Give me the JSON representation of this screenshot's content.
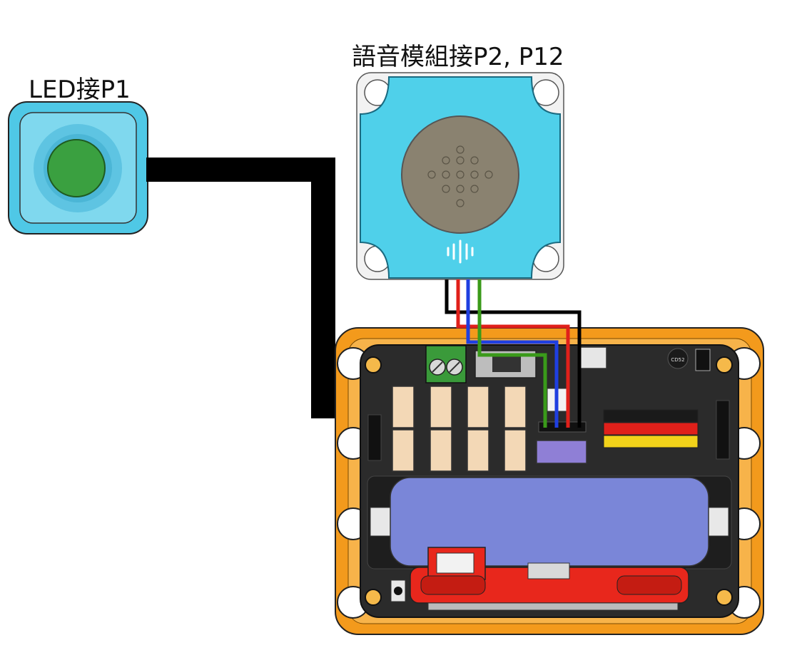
{
  "labels": {
    "led": "LED接P1",
    "voice": "語音模組接P2, P12"
  },
  "board": {
    "chip_text": "CD52"
  },
  "colors": {
    "orange_frame": "#f39a1c",
    "pcb": "#2b2b2b",
    "module_blue": "#4fd0ea",
    "led_green": "#3aa040",
    "speaker_grey": "#8a8270",
    "battery": "#7a86d8",
    "microbit_red": "#e8271c",
    "wire_black": "#000000",
    "wire_red": "#e0201a",
    "wire_blue": "#1f3fe0",
    "wire_green": "#3a9a1a",
    "terminal_green": "#3a9a3a",
    "connector_beige": "#f3d8b6",
    "purple_connector": "#8f7fd6"
  }
}
